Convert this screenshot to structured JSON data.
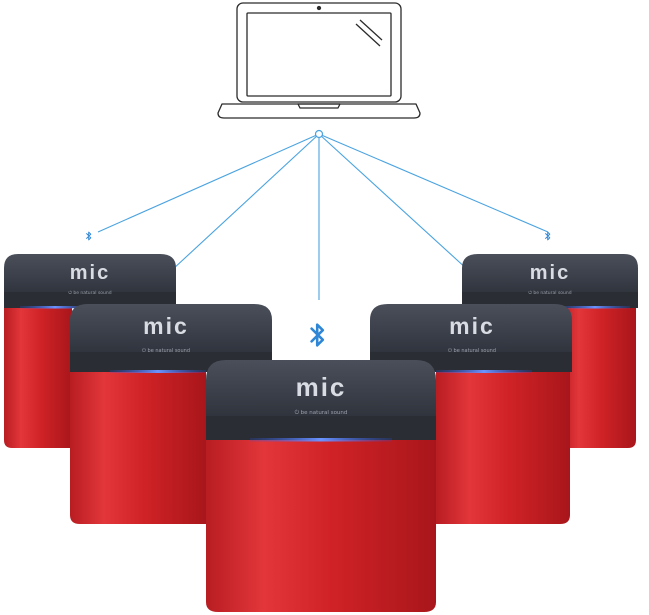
{
  "diagram": {
    "hub": {
      "name": "laptop",
      "icon": "laptop-icon"
    },
    "devices": [
      {
        "id": "device-back-left",
        "brand": "mic",
        "subtext": "⏻ be natural sound"
      },
      {
        "id": "device-back-right",
        "brand": "mic",
        "subtext": "⏻ be natural sound"
      },
      {
        "id": "device-mid-left",
        "brand": "mic",
        "subtext": "⏻ be natural sound"
      },
      {
        "id": "device-mid-right",
        "brand": "mic",
        "subtext": "⏻ be natural sound"
      },
      {
        "id": "device-front-center",
        "brand": "mic",
        "subtext": "⏻ be natural sound"
      }
    ],
    "connection": {
      "type": "bluetooth",
      "icon": "bluetooth-icon"
    },
    "colors": {
      "link": "#4aa3e0",
      "bluetooth": "#2f86d6",
      "device_body": "#d8262a",
      "device_top": "#3b3f4a",
      "led": "#4b7bff",
      "outline": "#2b2b2b"
    }
  }
}
